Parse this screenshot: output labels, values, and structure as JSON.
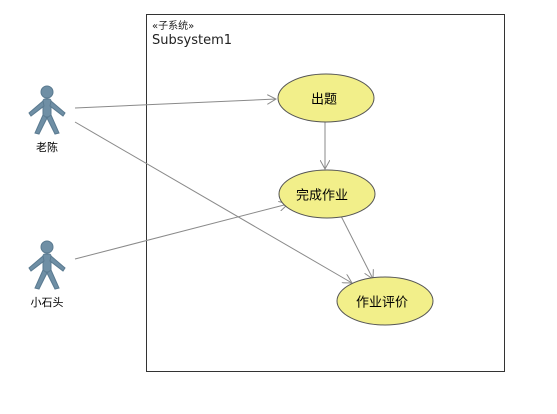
{
  "subsystem": {
    "stereotype": "«子系统»",
    "name": "Subsystem1"
  },
  "actors": [
    {
      "id": "actor-laochen",
      "name": "老陈"
    },
    {
      "id": "actor-xiaoshitou",
      "name": "小石头"
    }
  ],
  "usecases": [
    {
      "id": "uc-chuti",
      "name": "出题"
    },
    {
      "id": "uc-wancheng",
      "name": "完成作业"
    },
    {
      "id": "uc-pingjia",
      "name": "作业评价"
    }
  ],
  "colors": {
    "usecase_fill": "#f2ef8a",
    "usecase_stroke": "#555555",
    "actor_fill": "#6f8fa5",
    "connector": "#8a8a8a"
  },
  "relations": [
    {
      "from": "actor-laochen",
      "to": "uc-chuti"
    },
    {
      "from": "actor-laochen",
      "to": "uc-pingjia"
    },
    {
      "from": "actor-xiaoshitou",
      "to": "uc-wancheng"
    },
    {
      "from": "uc-chuti",
      "to": "uc-wancheng"
    },
    {
      "from": "uc-wancheng",
      "to": "uc-pingjia"
    }
  ]
}
